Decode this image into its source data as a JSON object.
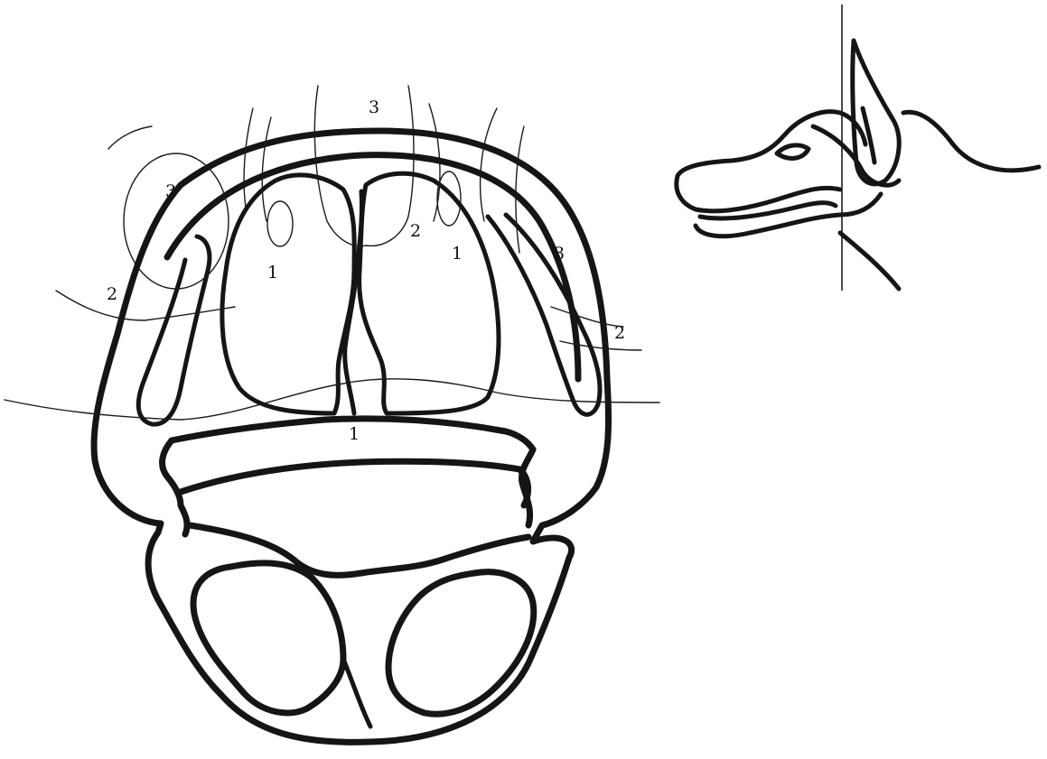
{
  "labels": {
    "zone1_left_sinus": "1",
    "zone1_right_sinus": "1",
    "zone1_center": "1",
    "zone2_left": "2",
    "zone2_right": "2",
    "zone2_center": "2",
    "zone3_top": "3",
    "zone3_left": "3",
    "zone3_right": "3"
  },
  "colors": {
    "ink": "#151515",
    "paper": "#ffffff"
  }
}
